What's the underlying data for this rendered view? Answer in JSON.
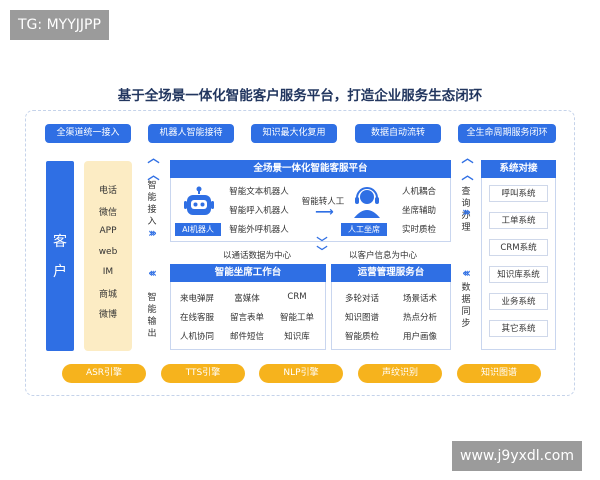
{
  "watermark_tl": "TG: MYYJJPP",
  "watermark_br": "www.j9yxdl.com",
  "title": "基于全场景一体化智能客户服务平台，打造企业服务生态闭环",
  "top_pills": [
    "全渠道统一接入",
    "机器人智能接待",
    "知识最大化复用",
    "数据自动流转",
    "全生命周期服务闭环"
  ],
  "customer": {
    "label1": "客",
    "label2": "户"
  },
  "channels": [
    "电话",
    "微信",
    "APP",
    "web",
    "IM",
    "商城",
    "微博"
  ],
  "side_left": {
    "top": "智能接入",
    "bottom": "智能输出"
  },
  "platform": {
    "title": "全场景一体化智能客服平台",
    "robot_label": "AI机器人",
    "robot_items": [
      "智能文本机器人",
      "智能呼入机器人",
      "智能外呼机器人"
    ],
    "transfer": "智能转人工",
    "human_label": "人工坐席",
    "human_items": [
      "人机耦合",
      "坐席辅助",
      "实时质检"
    ]
  },
  "flow_labels": {
    "left": "以通话数据为中心",
    "right": "以客户信息为中心"
  },
  "workbench": {
    "title": "智能坐席工作台",
    "items": [
      "来电弹屏",
      "富媒体",
      "CRM",
      "在线客服",
      "留言表单",
      "智能工单",
      "人机协同",
      "邮件短信",
      "知识库"
    ]
  },
  "ops": {
    "title": "运营管理服务台",
    "items": [
      "多轮对话",
      "场景话术",
      "知识图谱",
      "热点分析",
      "智能质检",
      "用户画像"
    ]
  },
  "side_right": {
    "top": "查询办理",
    "bottom": "数据同步"
  },
  "systems": {
    "title": "系统对接",
    "items": [
      "呼叫系统",
      "工单系统",
      "CRM系统",
      "知识库系统",
      "业务系统",
      "其它系统"
    ]
  },
  "engines": [
    "ASR引擎",
    "TTS引擎",
    "NLP引擎",
    "声纹识别",
    "知识图谱"
  ],
  "colors": {
    "primary": "#2f6fe4",
    "engine": "#f6b31d",
    "channel_bg": "#fcecc4"
  }
}
